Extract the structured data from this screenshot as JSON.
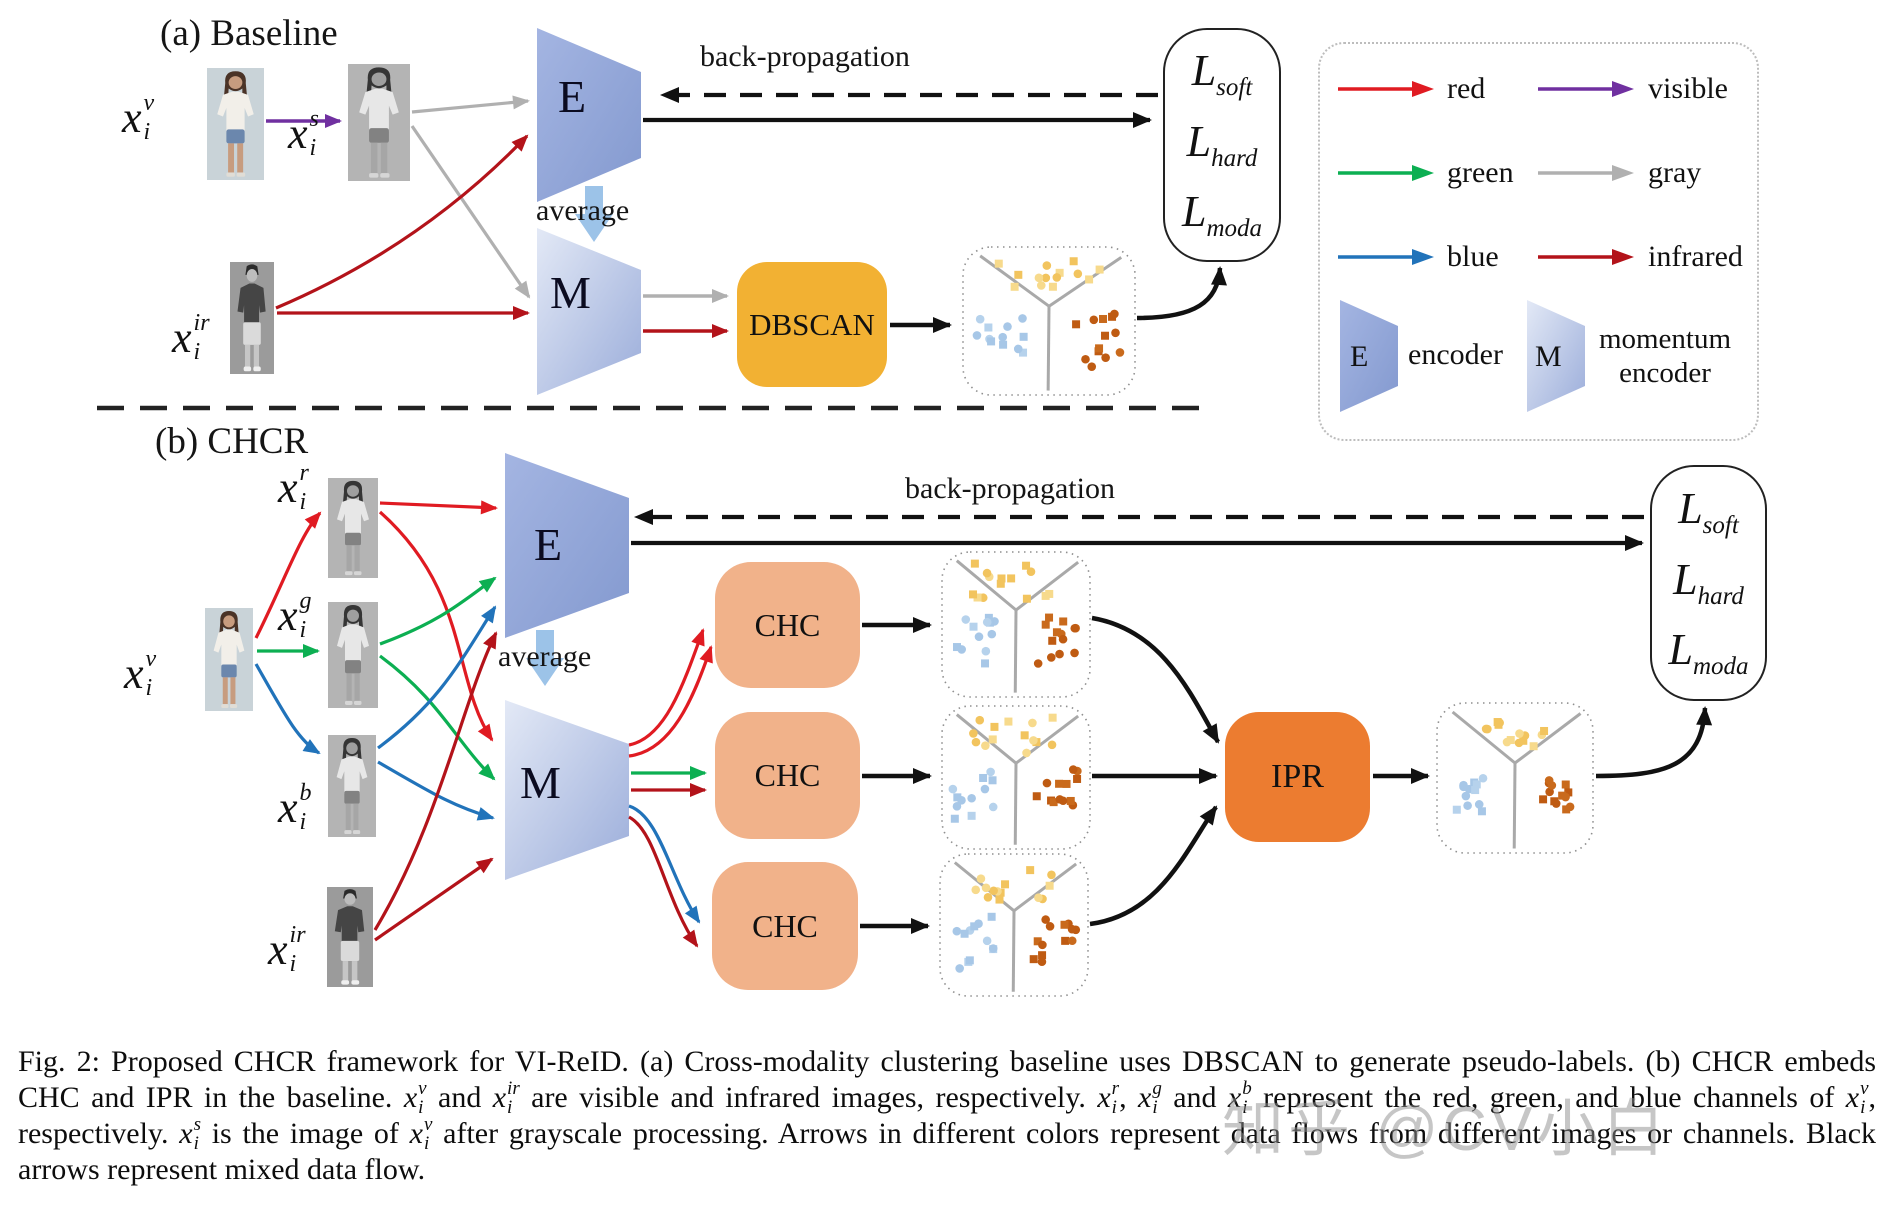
{
  "colors": {
    "red": "#e01b22",
    "green": "#0caf52",
    "blue": "#2173ba",
    "purple": "#7030a0",
    "gray": "#b0b0b0",
    "infrared": "#b3131a",
    "black_arrow": "#111111",
    "encoder_fill": "#8fa5d8",
    "momentum_fill": "#9fb2de",
    "dbscan_fill": "#f2b133",
    "chc_fill": "#f1b28a",
    "ipr_fill": "#ec7c30"
  },
  "section_a": {
    "title": "(a) Baseline",
    "back_propagation": "back-propagation",
    "average": "average",
    "encoder_letter": "E",
    "momentum_letter": "M",
    "dbscan_label": "DBSCAN",
    "inputs": {
      "xv": {
        "base": "x",
        "sup": "v",
        "sub": "i"
      },
      "xs": {
        "base": "x",
        "sup": "s",
        "sub": "i"
      },
      "xir": {
        "base": "x",
        "sup": "ir",
        "sub": "i"
      }
    },
    "losses": [
      {
        "base": "L",
        "sub": "soft"
      },
      {
        "base": "L",
        "sub": "hard"
      },
      {
        "base": "L",
        "sub": "moda"
      }
    ]
  },
  "section_b": {
    "title": "(b) CHCR",
    "back_propagation": "back-propagation",
    "average": "average",
    "encoder_letter": "E",
    "momentum_letter": "M",
    "chc_label": "CHC",
    "ipr_label": "IPR",
    "inputs": {
      "xv": {
        "base": "x",
        "sup": "v",
        "sub": "i"
      },
      "xr": {
        "base": "x",
        "sup": "r",
        "sub": "i"
      },
      "xg": {
        "base": "x",
        "sup": "g",
        "sub": "i"
      },
      "xb": {
        "base": "x",
        "sup": "b",
        "sub": "i"
      },
      "xir": {
        "base": "x",
        "sup": "ir",
        "sub": "i"
      }
    },
    "losses": [
      {
        "base": "L",
        "sub": "soft"
      },
      {
        "base": "L",
        "sub": "hard"
      },
      {
        "base": "L",
        "sub": "moda"
      }
    ]
  },
  "legend": {
    "arrows": [
      {
        "label": "red",
        "color": "#e01b22"
      },
      {
        "label": "visible",
        "color": "#7030a0"
      },
      {
        "label": "green",
        "color": "#0caf52"
      },
      {
        "label": "gray",
        "color": "#b0b0b0"
      },
      {
        "label": "blue",
        "color": "#2173ba"
      },
      {
        "label": "infrared",
        "color": "#b3131a"
      }
    ],
    "encoder": {
      "letter": "E",
      "label": "encoder"
    },
    "momentum": {
      "letter": "M",
      "label": "momentum encoder"
    }
  },
  "clusters": {
    "regions": [
      {
        "name": "yellow",
        "color": "#f2c45e",
        "color2": "#f7da8c"
      },
      {
        "name": "blue",
        "color": "#a7c7e7",
        "color2": "#b6d2ec"
      },
      {
        "name": "brown",
        "color": "#bf5b12",
        "color2": "#c96a1c"
      }
    ]
  },
  "caption": {
    "segments": [
      {
        "t": "Fig. 2: Proposed CHCR framework for VI-ReID. (a) Cross-modality clustering baseline uses DBSCAN to generate pseudo-labels. (b) CHCR embeds CHC and IPR in the baseline. "
      },
      {
        "m": {
          "base": "x",
          "sup": "v",
          "sub": "i"
        }
      },
      {
        "t": " and "
      },
      {
        "m": {
          "base": "x",
          "sup": "ir",
          "sub": "i"
        }
      },
      {
        "t": " are visible and infrared images, respectively. "
      },
      {
        "m": {
          "base": "x",
          "sup": "r",
          "sub": "i"
        }
      },
      {
        "t": ", "
      },
      {
        "m": {
          "base": "x",
          "sup": "g",
          "sub": "i"
        }
      },
      {
        "t": " and "
      },
      {
        "m": {
          "base": "x",
          "sup": "b",
          "sub": "i"
        }
      },
      {
        "t": " represent the red, green, and blue channels of "
      },
      {
        "m": {
          "base": "x",
          "sup": "v",
          "sub": "i"
        }
      },
      {
        "t": ", respectively. "
      },
      {
        "m": {
          "base": "x",
          "sup": "s",
          "sub": "i"
        }
      },
      {
        "t": " is the image of "
      },
      {
        "m": {
          "base": "x",
          "sup": "v",
          "sub": "i"
        }
      },
      {
        "t": " after grayscale processing. Arrows in different colors represent data flows from different images or channels. Black arrows represent mixed data flow."
      }
    ]
  },
  "watermark": "知乎 @CV小白"
}
